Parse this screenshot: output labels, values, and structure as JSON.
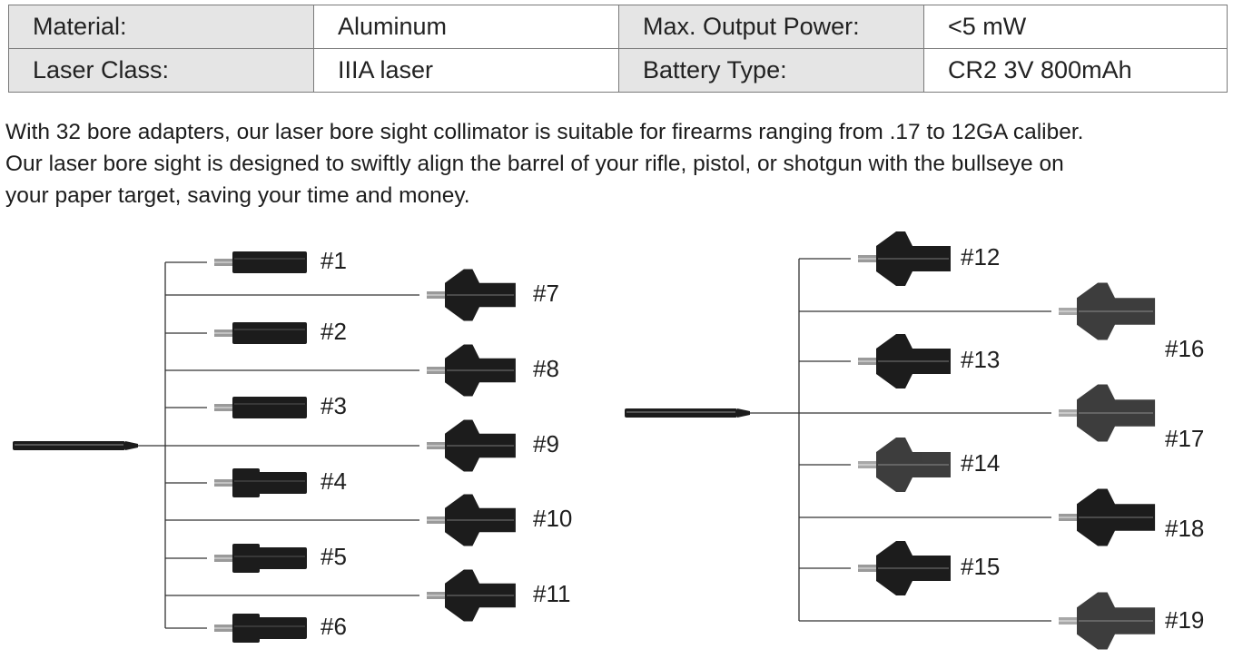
{
  "specs": {
    "rows": [
      [
        {
          "label": "Material:",
          "value": "Aluminum"
        },
        {
          "label": "Max. Output Power:",
          "value": "<5 mW"
        }
      ],
      [
        {
          "label": "Laser Class:",
          "value": "IIIA laser"
        },
        {
          "label": "Battery Type:",
          "value": "CR2 3V 800mAh"
        }
      ]
    ]
  },
  "description": [
    "With 32 bore adapters, our laser bore sight collimator is suitable for firearms ranging from .17 to 12GA caliber.",
    "Our laser bore sight is designed to swiftly align the barrel of your rifle, pistol, or shotgun with the bullseye on",
    "your paper target, saving your time and money."
  ],
  "adapters": {
    "group1_near": [
      "#1",
      "#2",
      "#3",
      "#4",
      "#5",
      "#6"
    ],
    "group1_far": [
      "#7",
      "#8",
      "#9",
      "#10",
      "#11"
    ],
    "group2_near": [
      "#12",
      "#13",
      "#14",
      "#15"
    ],
    "group2_far": [
      "#16",
      "#17",
      "#18",
      "#19"
    ]
  },
  "colors": {
    "label_bg": "#e5e5e5",
    "border": "#7a7a7a",
    "adapter": "#1c1c1c",
    "line": "#333333"
  }
}
